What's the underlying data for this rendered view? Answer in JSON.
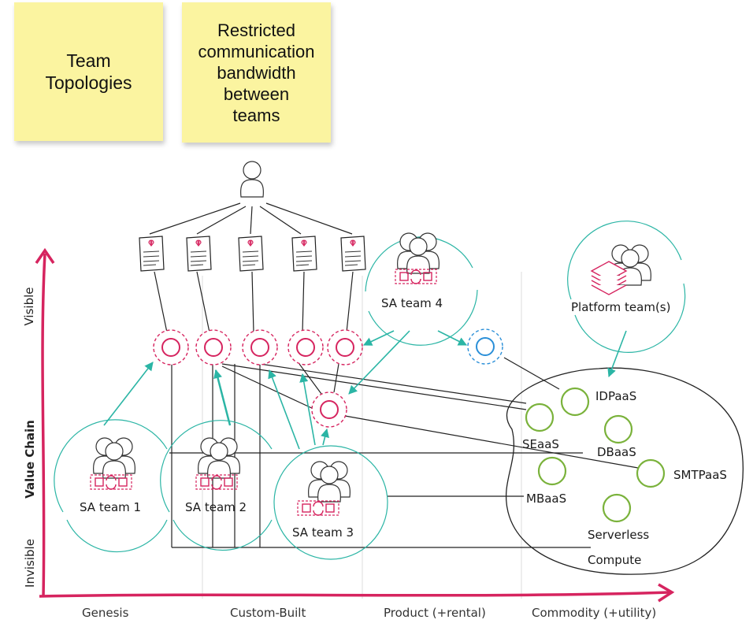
{
  "notes": {
    "team_topologies": "Team\nTopologies",
    "restricted": "Restricted\ncommunication\nbandwidth\nbetween\nteams"
  },
  "axes": {
    "y_title": "Value Chain",
    "y_top": "Visible",
    "y_bottom": "Invisible",
    "x_stages": [
      "Genesis",
      "Custom-Built",
      "Product (+rental)",
      "Commodity (+utility)"
    ]
  },
  "teams": {
    "sa1": "SA team 1",
    "sa2": "SA team 2",
    "sa3": "SA team 3",
    "sa4": "SA team 4",
    "platform": "Platform team(s)"
  },
  "services": {
    "idpaas": "IDPaaS",
    "seaas": "SEaaS",
    "dbaas": "DBaaS",
    "smtpaas": "SMTPaaS",
    "mbaas": "MBaaS",
    "serverless": "Serverless",
    "compute": "Compute"
  },
  "colors": {
    "axis": "#d6245f",
    "component": "#d6245f",
    "service": "#7ab23b",
    "arrow": "#2bb5a5",
    "blue": "#2a8fd8",
    "sticky": "#fbf4a0"
  },
  "icons": [
    "user-icon",
    "document-heart-icon",
    "team-icon",
    "stream-flow-icon",
    "platform-layers-icon"
  ]
}
